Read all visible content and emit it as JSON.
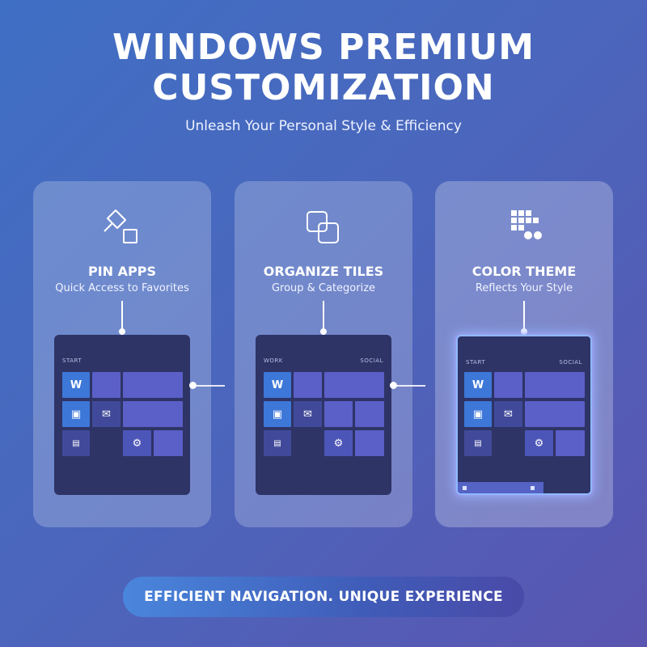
{
  "header": {
    "title_line1": "WINDOWS PREMIUM",
    "title_line2": "CUSTOMIZATION",
    "subtitle": "Unleash Your Personal Style & Efficiency"
  },
  "cards": [
    {
      "icon": "pin-icon",
      "title": "PIN APPS",
      "subtitle": "Quick Access to Favorites",
      "screen": {
        "left_label": "START",
        "right_label": ""
      }
    },
    {
      "icon": "overlapping-squares-icon",
      "title": "ORGANIZE TILES",
      "subtitle": "Group & Categorize",
      "screen": {
        "left_label": "WORK",
        "right_label": "SOCIAL"
      }
    },
    {
      "icon": "color-grid-icon",
      "title": "COLOR THEME",
      "subtitle": "Reflects Your Style",
      "screen": {
        "left_label": "START",
        "right_label": "SOCIAL"
      }
    }
  ],
  "tile_glyphs": {
    "word": "W",
    "outlook": "▣",
    "mail": "✉",
    "settings": "⚙",
    "reader": "▤"
  },
  "banner": {
    "text": "EFFICIENT NAVIGATION. UNIQUE EXPERIENCE"
  },
  "colors": {
    "accent": "#3d77d8",
    "tile_purple": "#5b5fc8",
    "screen_bg": "#2e3466"
  }
}
